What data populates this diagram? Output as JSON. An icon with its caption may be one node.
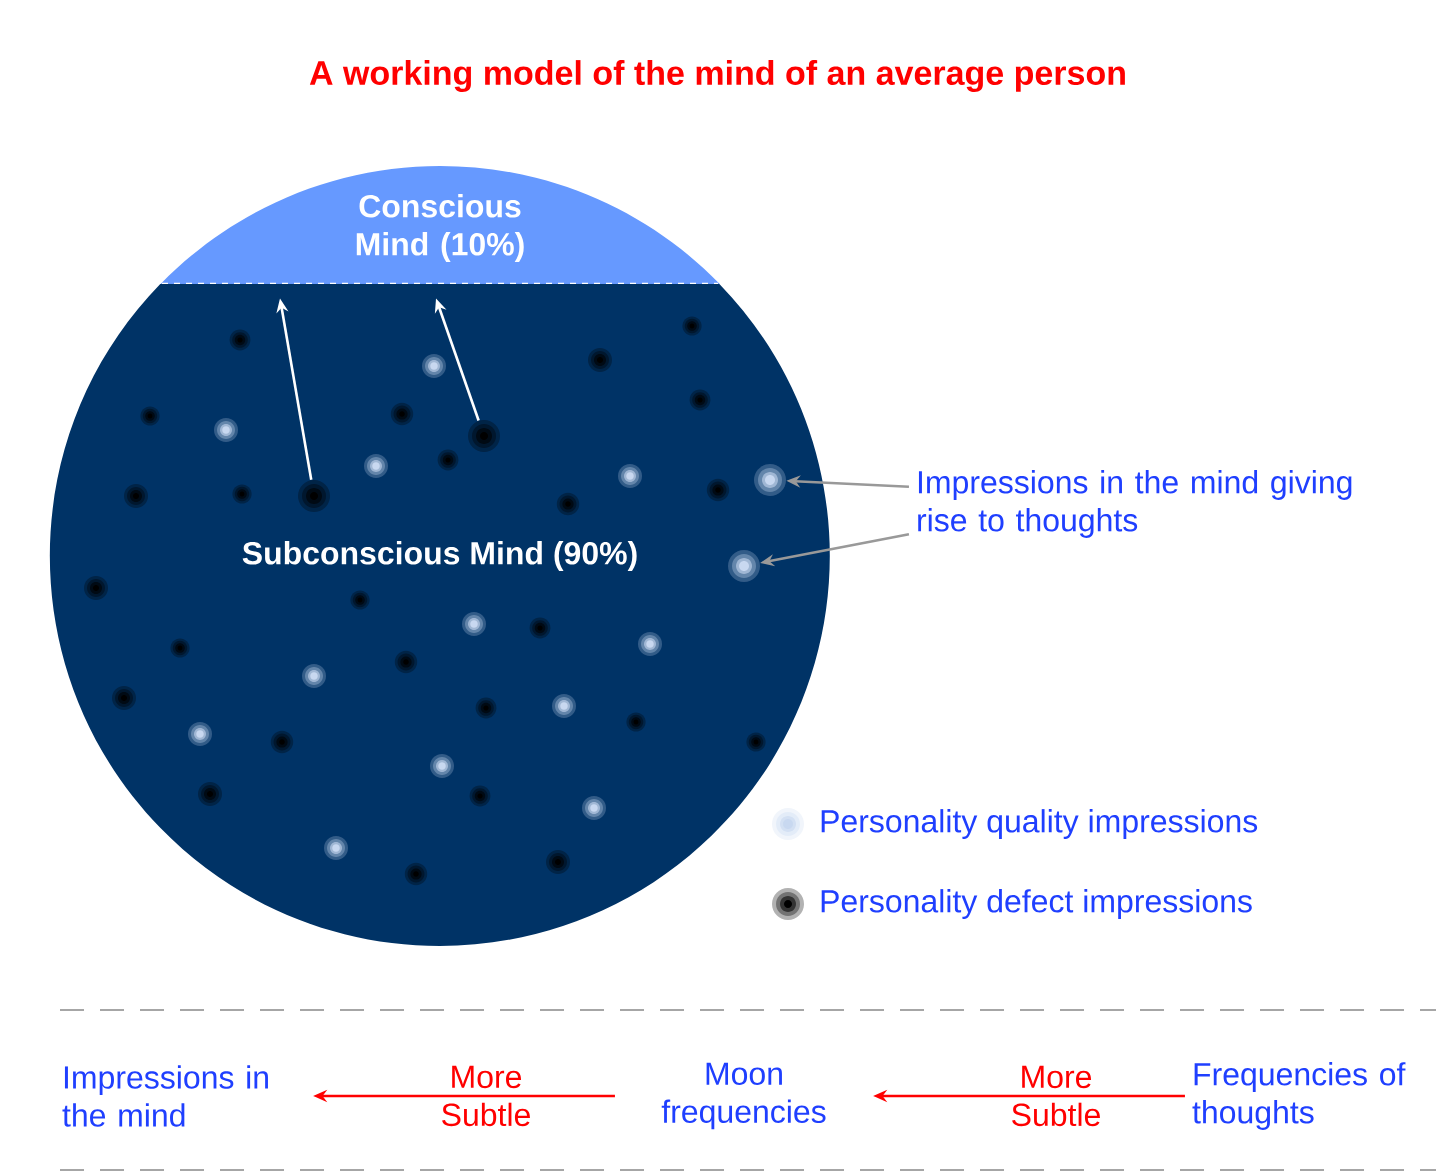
{
  "diagram": {
    "title": "A working model of the mind of an average person",
    "nodes": [
      {
        "text": [
          "Conscious Mind (10%)"
        ]
      },
      {
        "text": [
          "Subconscious Mind (90%)"
        ]
      },
      {
        "text": [
          "Impressions in the mind giving rise to thoughts"
        ]
      },
      {
        "text": [],
        "shape": "circle",
        "in": 1
      },
      {
        "text": [],
        "shape": "circle",
        "in": 1
      },
      {
        "text": [],
        "shape": "circle",
        "in": 1
      },
      {
        "text": [],
        "shape": "circle",
        "in": 1
      },
      {
        "text": [
          "Impressions in the mind"
        ]
      },
      {
        "text": [
          "Moon frequencies"
        ]
      },
      {
        "text": [
          "Frequencies of thoughts"
        ]
      }
    ],
    "edges": [
      {
        "from": 2,
        "to": 3,
        "arrow": "to",
        "color": "#999999"
      },
      {
        "from": 2,
        "to": 4,
        "arrow": "to",
        "color": "#999999"
      },
      {
        "from": 5,
        "to": 0,
        "arrow": "to",
        "color": "#ffffff"
      },
      {
        "from": 6,
        "to": 0,
        "arrow": "to",
        "color": "#ffffff"
      },
      {
        "from": 9,
        "to": 8,
        "arrow": "to",
        "label": "More Subtle",
        "color": "#ff0000"
      },
      {
        "from": 8,
        "to": 7,
        "arrow": "to",
        "label": "More Subtle",
        "color": "#ff0000"
      }
    ],
    "legend": [
      {
        "text": "Personality quality impressions"
      },
      {
        "text": "Personality defect impressions"
      }
    ]
  }
}
